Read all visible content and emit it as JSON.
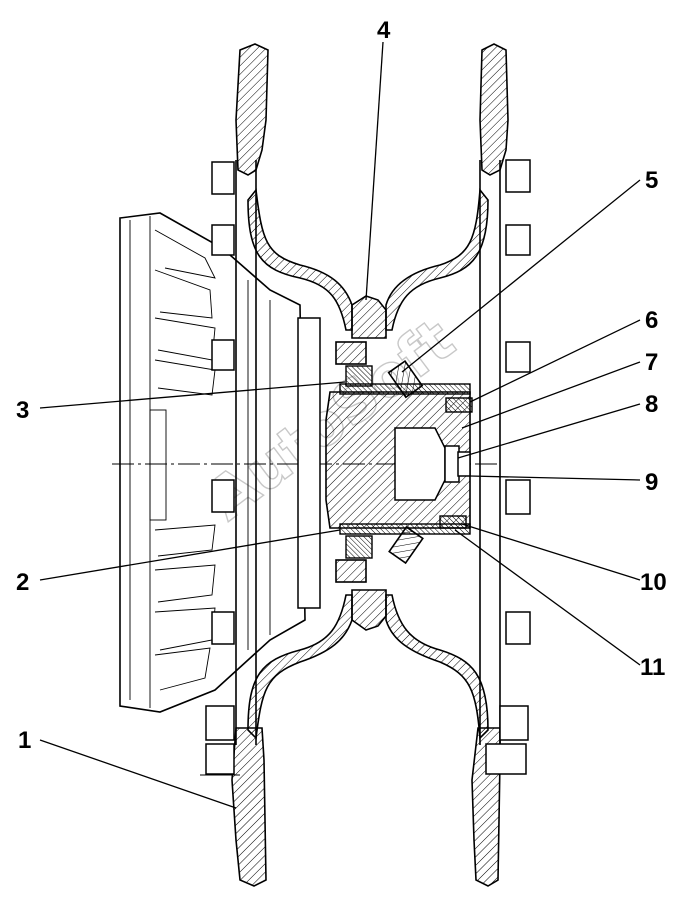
{
  "diagram": {
    "callouts": [
      "1",
      "2",
      "3",
      "4",
      "5",
      "6",
      "7",
      "8",
      "9",
      "10",
      "11"
    ],
    "watermark": "AutoSoft"
  }
}
